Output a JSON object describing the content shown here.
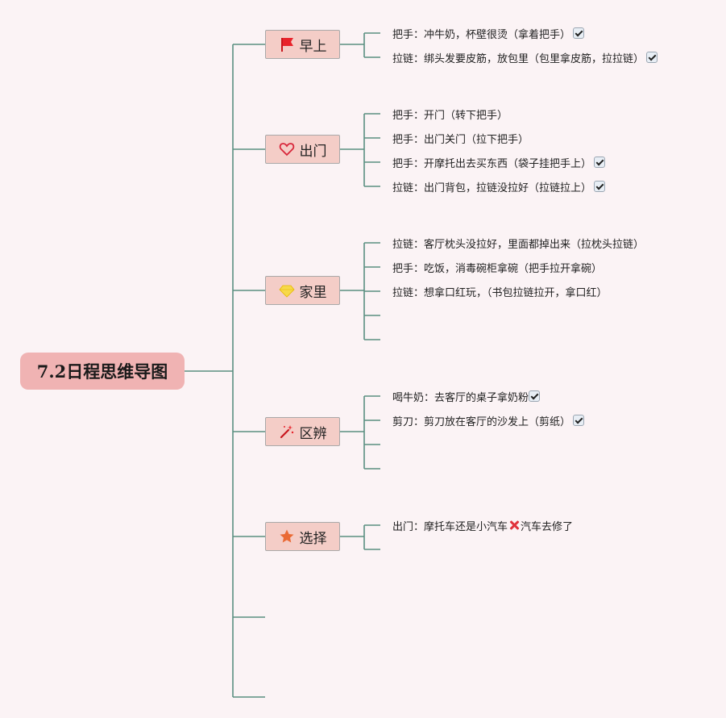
{
  "root": {
    "num": "7.2",
    "title": "日程思维导图"
  },
  "branches": [
    {
      "label": "早上",
      "icon": "red-flag-icon",
      "leaves": [
        {
          "text": "把手：冲牛奶，杯壁很烫（拿着把手）",
          "check": true
        },
        {
          "text": "拉链：绑头发要皮筋，放包里（包里拿皮筋，拉拉链）",
          "check": true
        }
      ]
    },
    {
      "label": "出门",
      "icon": "heart-outline-icon",
      "leaves": [
        {
          "text": "把手：开门（转下把手）",
          "check": false
        },
        {
          "text": "把手：出门关门（拉下把手）",
          "check": false
        },
        {
          "text": "把手：开摩托出去买东西（袋子挂把手上）",
          "check": true
        },
        {
          "text": "拉链：出门背包，拉链没拉好（拉链拉上）",
          "check": true
        }
      ]
    },
    {
      "label": "家里",
      "icon": "yellow-gem-icon",
      "leaves": [
        {
          "text": "拉链：客厅枕头没拉好，里面都掉出来（拉枕头拉链）",
          "check": false
        },
        {
          "text": "把手：吃饭，消毒碗柜拿碗（把手拉开拿碗）",
          "check": false
        },
        {
          "text": "拉链：想拿口红玩，（书包拉链拉开，拿口红）",
          "check": false
        },
        {
          "text": "",
          "check": false
        },
        {
          "text": "",
          "check": false
        }
      ]
    },
    {
      "label": "区辨",
      "icon": "magic-wand-icon",
      "leaves": [
        {
          "text": "喝牛奶：去客厅的桌子拿奶粉",
          "check": true
        },
        {
          "text": "剪刀：剪刀放在客厅的沙发上（剪纸）",
          "check": true
        },
        {
          "text": "",
          "check": false
        },
        {
          "text": "",
          "check": false
        }
      ]
    },
    {
      "label": "选择",
      "icon": "orange-star-icon",
      "leaves": [
        {
          "text": "出门：摩托车还是小汽车",
          "xmark_after": "汽车去修了",
          "check": false
        },
        {
          "text": "",
          "check": false
        }
      ]
    }
  ],
  "colors": {
    "line": "#5a8f80",
    "root_bg": "#f0b3b3",
    "branch_bg": "#f4cdc7",
    "background": "#fbf3f5"
  }
}
